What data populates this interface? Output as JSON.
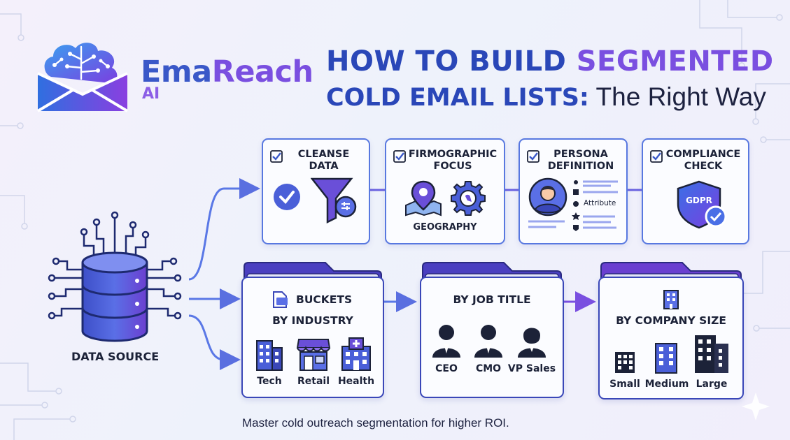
{
  "brand": {
    "name_part1": "Ema",
    "name_part2": "Reach",
    "sub": "AI"
  },
  "title": {
    "line1_a": "HOW TO BUILD ",
    "line1_b": "SEGMENTED",
    "line2_a": "COLD EMAIL LISTS:",
    "line2_b": " The Right Way"
  },
  "source": {
    "label": "DATA SOURCE"
  },
  "steps": [
    {
      "title_l1": "CLEANSE",
      "title_l2": "DATA"
    },
    {
      "title_l1": "FIRMOGRAPHIC",
      "title_l2": "FOCUS",
      "caption": "GEOGRAPHY"
    },
    {
      "title_l1": "PERSONA",
      "title_l2": "DEFINITION",
      "caption": "Attribute"
    },
    {
      "title_l1": "COMPLIANCE",
      "title_l2": "CHECK",
      "badge": "GDPR"
    }
  ],
  "buckets": [
    {
      "title_l1": "BUCKETS",
      "title_l2": "BY INDUSTRY",
      "items": [
        "Tech",
        "Retail",
        "Health"
      ]
    },
    {
      "title_l1": "BY JOB TITLE",
      "items": [
        "CEO",
        "CMO",
        "VP Sales"
      ]
    },
    {
      "title_l1": "BY COMPANY SIZE",
      "items": [
        "Small",
        "Medium",
        "Large"
      ]
    }
  ],
  "footer": "Master cold outreach segmentation for higher ROI.",
  "colors": {
    "primary": "#3a58c8",
    "accent": "#7a4fe0",
    "text": "#1c2238"
  }
}
